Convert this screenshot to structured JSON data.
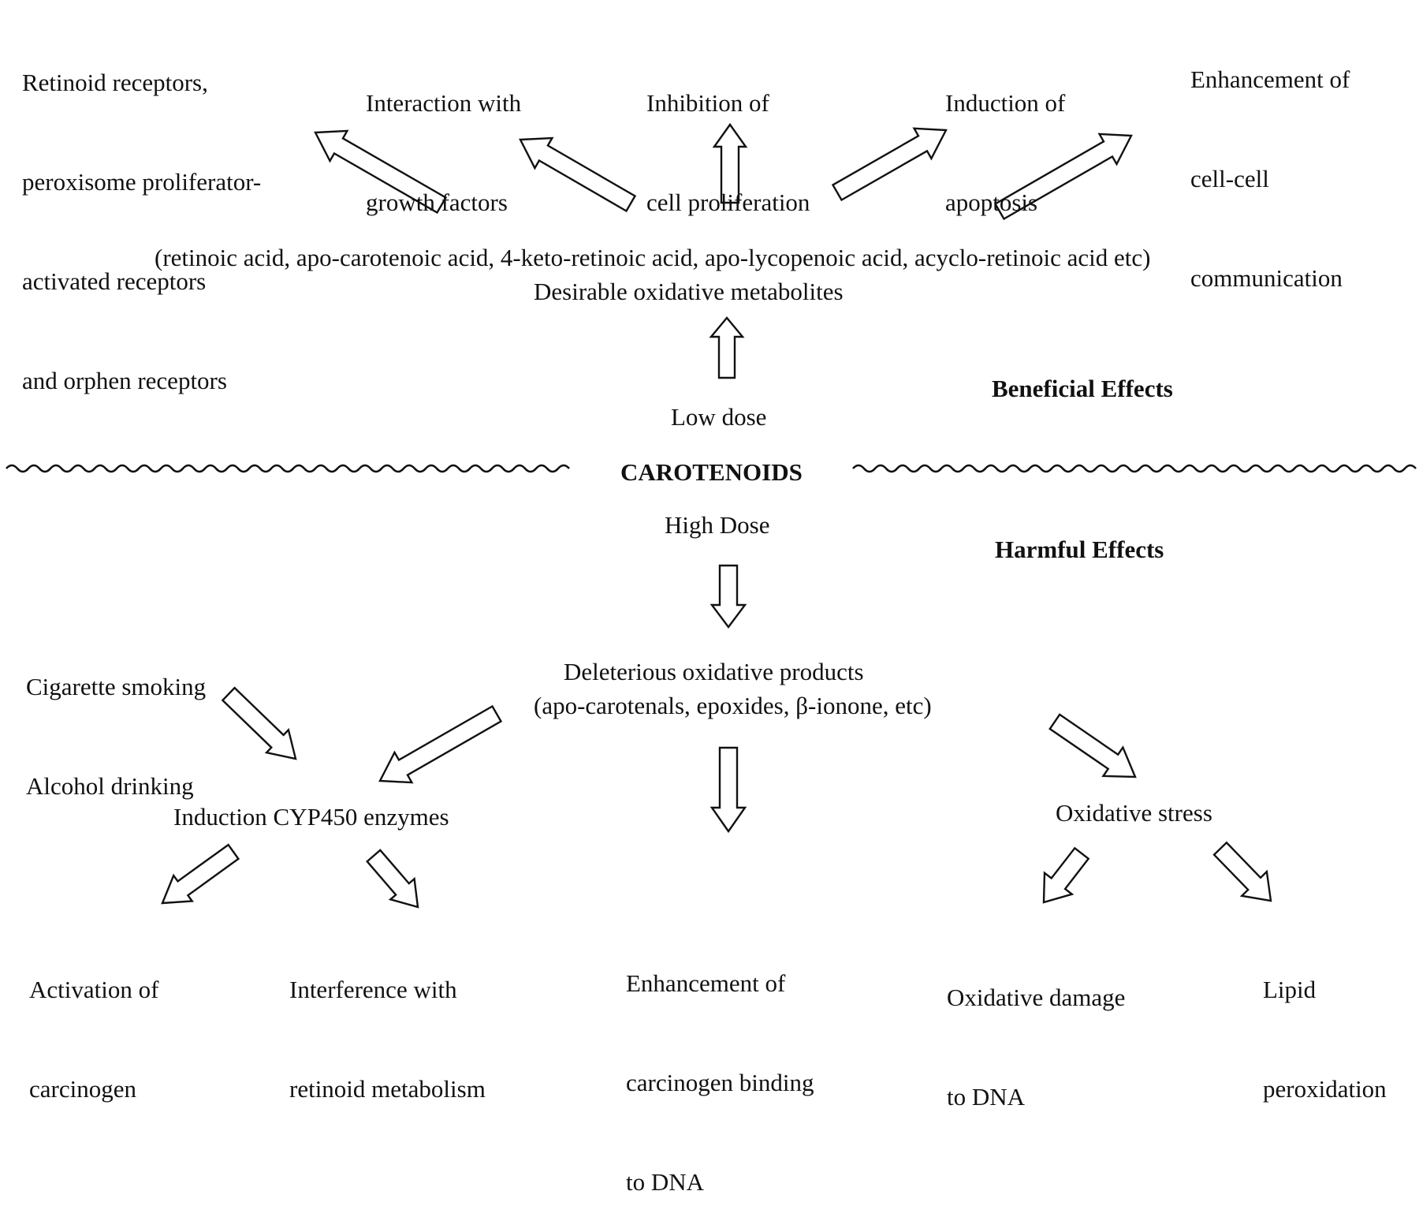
{
  "title": "CAROTENOIDS",
  "sections": {
    "beneficial": "Beneficial Effects",
    "harmful": "Harmful Effects"
  },
  "doses": {
    "low": "Low dose",
    "high": "High Dose"
  },
  "beneficial": {
    "metabolites_title": "Desirable oxidative metabolites",
    "metabolites_examples": "(retinoic acid, apo-carotenoic acid, 4-keto-retinoic acid, apo-lycopenoic acid, acyclo-retinoic acid etc)",
    "effects": [
      {
        "lines": [
          "Retinoid receptors,",
          "peroxisome proliferator-",
          "activated receptors",
          "and orphen receptors"
        ]
      },
      {
        "lines": [
          "Interaction with",
          "growth factors"
        ]
      },
      {
        "lines": [
          "Inhibition of",
          "cell proliferation"
        ]
      },
      {
        "lines": [
          "Induction of",
          "apoptosis"
        ]
      },
      {
        "lines": [
          "Enhancement of",
          "cell-cell",
          "communication"
        ]
      }
    ]
  },
  "harmful": {
    "products_title": "Deleterious oxidative products",
    "products_examples": "(apo-carotenals, epoxides, β-ionone, etc)",
    "lifestyle": [
      "Cigarette smoking",
      "Alcohol drinking"
    ],
    "cyp450": "Induction CYP450 enzymes",
    "oxidative_stress": "Oxidative stress",
    "outcomes": [
      {
        "lines": [
          "Activation of",
          "carcinogen"
        ]
      },
      {
        "lines": [
          "Interference with",
          "retinoid metabolism"
        ]
      },
      {
        "lines": [
          "Enhancement of",
          "carcinogen binding",
          "to DNA"
        ]
      },
      {
        "lines": [
          "Oxidative damage",
          "to DNA"
        ]
      },
      {
        "lines": [
          "Lipid",
          "peroxidation"
        ]
      }
    ]
  },
  "colors": {
    "ink": "#111111",
    "background": "#ffffff"
  }
}
